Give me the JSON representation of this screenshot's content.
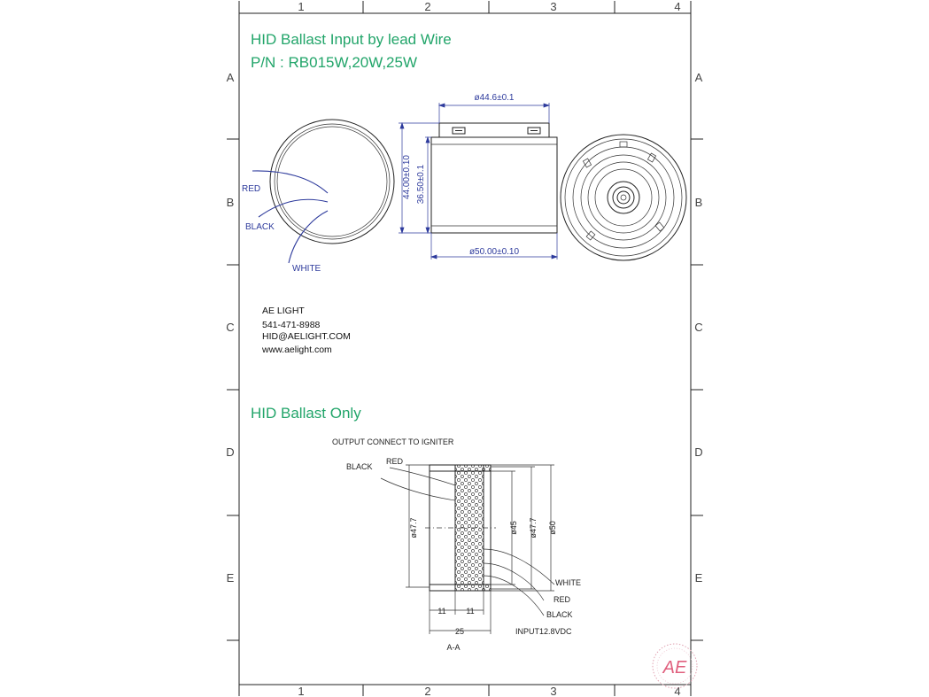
{
  "sheet": {
    "zone_columns": [
      "1",
      "2",
      "3",
      "4"
    ],
    "zone_rows": [
      "A",
      "B",
      "C",
      "D",
      "E"
    ]
  },
  "titles": {
    "line1": "HID Ballast Input by lead Wire",
    "line2": "P/N : RB015W,20W,25W",
    "section2": "HID Ballast Only",
    "color": "#22a56a"
  },
  "contact": {
    "company": "AE LIGHT",
    "phone": "541-471-8988",
    "email": "HID@AELIGHT.COM",
    "web": "www.aelight.com"
  },
  "top_view": {
    "wire_labels": [
      "RED",
      "BLACK",
      "WHITE"
    ],
    "dimensions": {
      "top_diameter": "ø44.6±0.1",
      "height_total": "44.00±0.10",
      "height_body": "36.50±0.1",
      "body_diameter": "ø50.00±0.10"
    }
  },
  "section_view": {
    "output_note": "OUTPUT CONNECT TO IGNITER",
    "top_wires": [
      "BLACK",
      "RED"
    ],
    "bottom_wires": [
      "WHITE",
      "RED",
      "BLACK"
    ],
    "input_note": "INPUT12.8VDC",
    "dimensions": {
      "left_height": "ø47.7",
      "d45": "ø45",
      "d47": "ø47.7",
      "d50": "ø50",
      "w_left": "11",
      "w_right": "11",
      "w_total": "25"
    },
    "section_label": "A-A"
  },
  "logo": {
    "text": "AE",
    "color": "#e0607e"
  }
}
